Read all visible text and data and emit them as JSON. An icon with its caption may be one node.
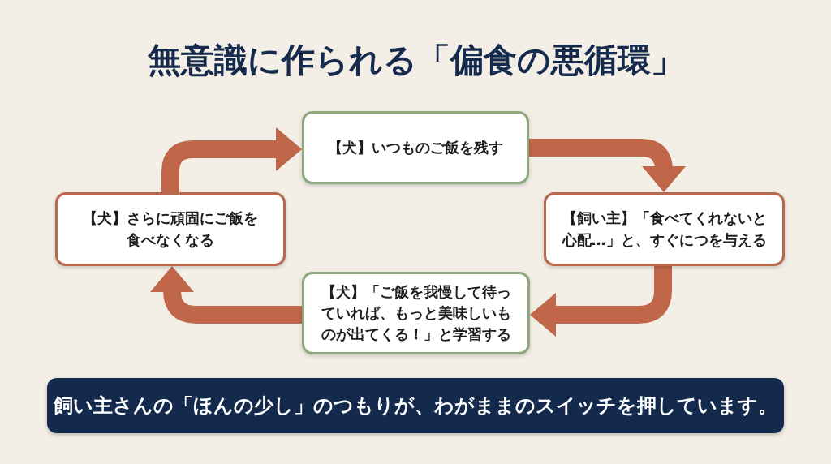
{
  "diagram": {
    "title": "無意識に作られる「偏食の悪循環」",
    "nodes": [
      {
        "text": [
          "【犬】いつものご飯を残す"
        ]
      },
      {
        "text": [
          "【飼い主】「食べてくれないと心配…」と、すぐにつを与える"
        ]
      },
      {
        "text": [
          "【犬】「ご飯を我慢して待っていれば、もっと美味しいものが出てくる！」と学習する"
        ]
      },
      {
        "text": [
          "【犬】さらに頑固にご飯を食べなくなる"
        ]
      },
      {
        "text": [
          "飼い主さんの「ほんの少し」のつもりが、わがままのスイッチを押しています。"
        ]
      }
    ],
    "edges": [
      {
        "from": 0,
        "to": 1,
        "arrow": "to"
      },
      {
        "from": 1,
        "to": 2,
        "arrow": "to"
      },
      {
        "from": 2,
        "to": 3,
        "arrow": "to"
      },
      {
        "from": 3,
        "to": 0,
        "arrow": "to"
      }
    ]
  }
}
